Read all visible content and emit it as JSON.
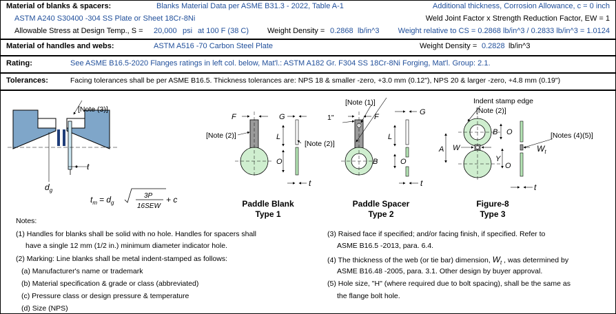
{
  "row1": {
    "label": "Material of blanks & spacers:",
    "source": "Blanks Material Data per ASME B31.3 - 2022, Table A-1",
    "right": "Additional thickness, Corrosion Allowance, c = 0 inch"
  },
  "row2": {
    "material": "ASTM A240 S30400 -304 SS Plate or Sheet 18Cr-8Ni",
    "right": "Weld Joint Factor x Strength Reduction Factor, EW = 1"
  },
  "row3": {
    "allow_label": "Allowable Stress at Design Temp., S =",
    "allow_value": "20,000",
    "allow_unit": "psi",
    "allow_temp": "at 100 F (38 C)",
    "density_label": "Weight Density =",
    "density_value": "0.2868",
    "density_unit": "lb/in^3",
    "relative": "Weight relative to CS = 0.2868 lb/in^3 / 0.2833 lb/in^3 = 1.0124"
  },
  "row4": {
    "label": "Material of handles and webs:",
    "material": "ASTM A516 -70 Carbon Steel Plate",
    "density_label": "Weight Density =",
    "density_value": "0.2828",
    "density_unit": "lb/in^3"
  },
  "row5": {
    "label": "Rating:",
    "text": "See ASME B16.5-2020 Flanges ratings in left col. below,   Mat'l.: ASTM A182 Gr. F304 SS 18Cr-8Ni Forging,   Mat'l. Group: 2.1."
  },
  "row6": {
    "label": "Tolerances:",
    "text": "Facing tolerances shall be per ASME B16.5. Thickness tolerances are: NPS 18 & smaller -zero, +3.0 mm (0.12\"), NPS 20 & larger -zero, +4.8 mm (0.19\")"
  },
  "diagram": {
    "note3": "[Note (3)]",
    "note1": "[Note (1)]",
    "note2": "[Note (2)]",
    "notes45": "[Notes (4)(5)]",
    "indent_stamp": "Indent stamp edge",
    "dg": "d",
    "dg_sub": "g",
    "t": "t",
    "F": "F",
    "G": "G",
    "L": "L",
    "O": "O",
    "B": "B",
    "A": "A",
    "W": "W",
    "Wt": "W",
    "Wt_sub": "t",
    "Y": "Y",
    "one_inch": "1\"",
    "formula_lhs": "t",
    "formula_lhs_sub": "m",
    "formula_eq": "= d",
    "formula_eq_sub": "g",
    "formula_num": "3P",
    "formula_den": "16SEW",
    "formula_plus": "+ c",
    "type1_a": "Paddle Blank",
    "type1_b": "Type 1",
    "type2_a": "Paddle Spacer",
    "type2_b": "Type 2",
    "type3_a": "Figure-8",
    "type3_b": "Type 3"
  },
  "notes": {
    "title": "Notes:",
    "n1a": "(1) Handles for blanks shall be solid with no hole. Handles for spacers shall",
    "n1b": "have a single 12 mm (1/2 in.) minimum diameter indicator hole.",
    "n2": "(2) Marking: Line blanks shall be metal indent-stamped as follows:",
    "n2a": "(a)  Manufacturer's name or trademark",
    "n2b": "(b)  Material specification & grade or class (abbreviated)",
    "n2c": "(c)  Pressure class or design pressure & temperature",
    "n2d": "(d)  Size (NPS)",
    "n3a": "(3) Raised face if specified; and/or facing finish, if specified. Refer to",
    "n3b": "ASME B16.5 -2013, para. 6.4.",
    "n4a_pre": "(4) The thickness of the web (or tie bar) dimension, ",
    "n4a_sym": "W",
    "n4a_sub": "t",
    "n4a_post": " , was determined by",
    "n4b": "ASME B16.48 -2005, para. 3.1. Other design by buyer approval.",
    "n5a": "(5) Hole size, \"H\" (where required due to bolt spacing), shall be the same as",
    "n5b": "the flange bolt hole."
  }
}
